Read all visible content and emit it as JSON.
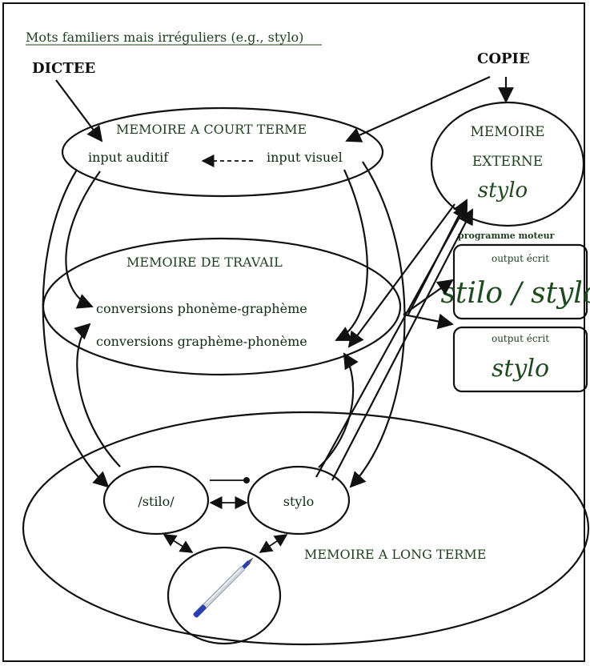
{
  "title": "Mots familiers mais irréguliers (e.g., stylo)",
  "inputs": {
    "dictee": "DICTEE",
    "copie": "COPIE"
  },
  "short_term": {
    "title": "MEMOIRE A COURT TERME",
    "auditory": "input auditif",
    "visual": "input visuel"
  },
  "external": {
    "line1": "MEMOIRE",
    "line2": "EXTERNE",
    "word": "stylo"
  },
  "working": {
    "title": "MEMOIRE DE TRAVAIL",
    "pg": "conversions phonème-graphème",
    "gp": "conversions graphème-phonème"
  },
  "motor": {
    "label": "programme moteur",
    "output1_label": "output écrit",
    "output1_word": "stilo / stylo",
    "output2_label": "output écrit",
    "output2_word": "stylo"
  },
  "long_term": {
    "title": "MEMOIRE A LONG TERME",
    "phon": "/stilo/",
    "orth": "stylo"
  },
  "icons": {
    "pen": "pen-icon"
  }
}
